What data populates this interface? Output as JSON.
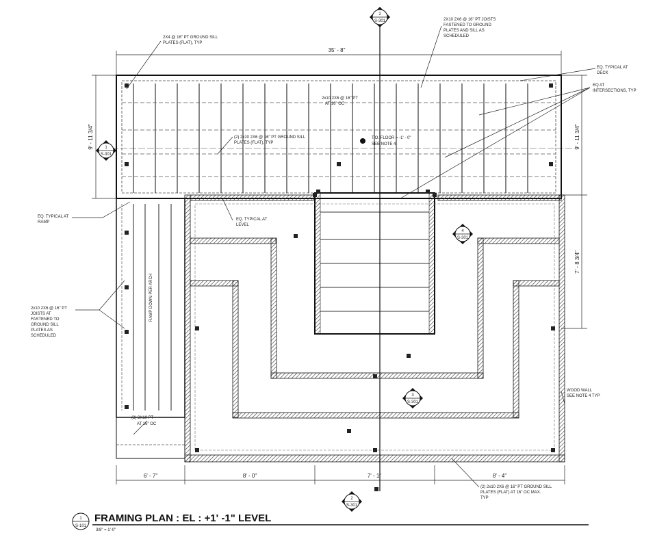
{
  "drawing": {
    "title": "FRAMING PLAN : EL : +1' -1\" LEVEL",
    "scale": "3/8\" = 1'-0\"",
    "title_bubble": {
      "num": "1",
      "sheet": "S-101"
    }
  },
  "dimensions": {
    "overall_width": "35' - 8\"",
    "left_height": "9' - 11 3/4\"",
    "right_top": "9' - 11 3/4\"",
    "right_mid": "7' - 8 3/4\"",
    "bottom_1": "6' - 7\"",
    "bottom_2": "8' - 0\"",
    "bottom_3": "7' - 1\"",
    "bottom_4": "8' - 4\""
  },
  "notes": {
    "sill_top": [
      "2X4 @ 16\" PT GROUND SILL",
      "PLATES (FLAT), TYP"
    ],
    "joists_top": [
      "2X10 2X6 @ 16\" PT JOISTS",
      "FASTENED TO GROUND",
      "PLATES AND SILL AS",
      "SCHEDULED"
    ],
    "typical_deck": [
      "EQ. TYPICAL AT",
      "DECK"
    ],
    "intersection": [
      "EQ AT",
      "INTERSECTIONS, TYP"
    ],
    "joists_2x10": [
      "2x10 2X6 @ 16\" PT",
      "AT 16\" OC"
    ],
    "sill_flat": [
      "(2) 2x10 2X6 @ 16\" PT GROUND SILL",
      "PLATES (FLAT), TYP"
    ],
    "tos": [
      "T.O. FLOOR = -1' - 0\"",
      "SEE NOTE 4"
    ],
    "typical_ramp": [
      "EQ. TYPICAL AT",
      "RAMP"
    ],
    "typical_level": [
      "EQ. TYPICAL AT",
      "LEVEL"
    ],
    "ramp_joists": [
      "2x10 2X6 @ 16\" PT",
      "JOISTS AT",
      "FASTENED TO",
      "GROUND SILL",
      "PLATES AS",
      "SCHEDULED"
    ],
    "ramp_vertical": "RAMP DOWN PER ARCH",
    "joists_bottom": [
      "(2) 2X10 PT",
      "AT 16\" OC"
    ],
    "wood_wall": [
      "WOOD WALL",
      "SEE NOTE 4 TYP"
    ],
    "sill_bottom": [
      "(2) 2x10 2X6 @ 16\" PT GROUND SILL",
      "PLATES (FLAT) AT 16\" OC MAX.",
      "TYP"
    ]
  },
  "bubbles": {
    "top": {
      "num": "2",
      "sheet": "S-301"
    },
    "left": {
      "num": "1",
      "sheet": "S-301"
    },
    "right": {
      "num": "4",
      "sheet": "S-301"
    },
    "center": {
      "num": "3",
      "sheet": "S-301"
    },
    "bottom": {
      "num": "2",
      "sheet": "S-301"
    }
  }
}
